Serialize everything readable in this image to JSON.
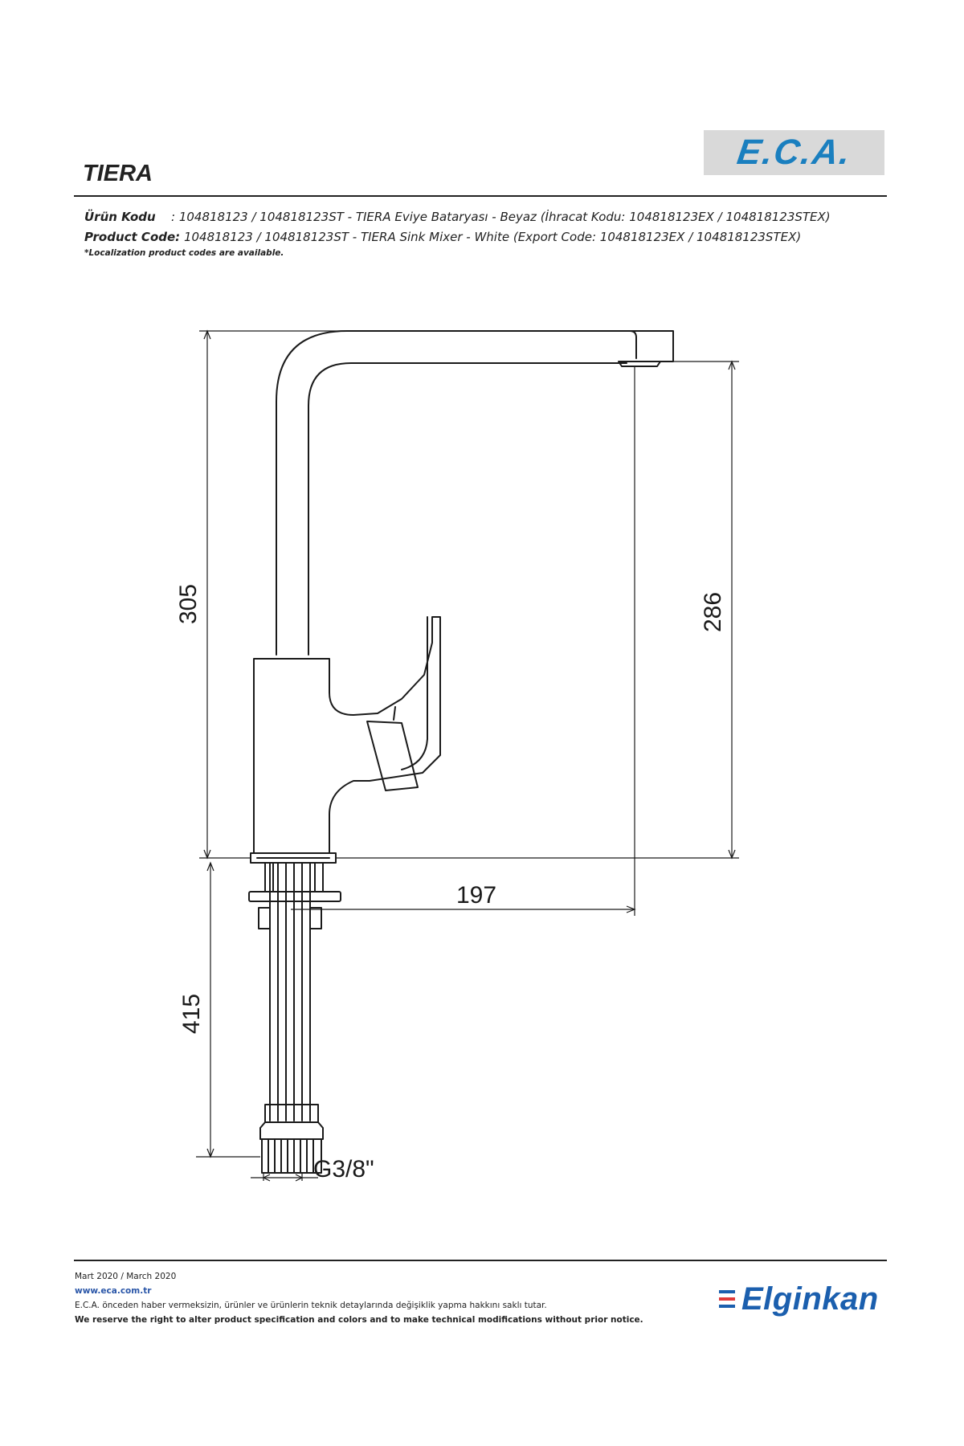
{
  "brand": {
    "logo_text": "E.C.A.",
    "footer_logo_text": "Elginkan",
    "accent": "#1a7fbf",
    "footer_accent": "#1b5fae"
  },
  "header": {
    "title": "TIERA",
    "urun_kodu_label": "Ürün Kodu",
    "urun_kodu_value": ": 104818123 / 104818123ST - TIERA Eviye Bataryası - Beyaz (İhracat Kodu: 104818123EX / 104818123STEX)",
    "product_code_label": "Product Code:",
    "product_code_value": "104818123 / 104818123ST - TIERA Sink Mixer - White (Export Code: 104818123EX / 104818123STEX)",
    "note": "*Localization product codes are available."
  },
  "drawing": {
    "dims": {
      "height_total": "305",
      "spout_height": "286",
      "spout_reach": "197",
      "hose_length": "415",
      "thread": "G3/8\""
    }
  },
  "footer": {
    "date": "Mart 2020 / March 2020",
    "website": "www.eca.com.tr",
    "disclaimer_tr": "E.C.A. önceden haber vermeksizin, ürünler ve ürünlerin teknik detaylarında değişiklik yapma hakkını saklı tutar.",
    "disclaimer_en": "We reserve the right to alter product specification and colors and to make technical modifications without prior notice."
  }
}
